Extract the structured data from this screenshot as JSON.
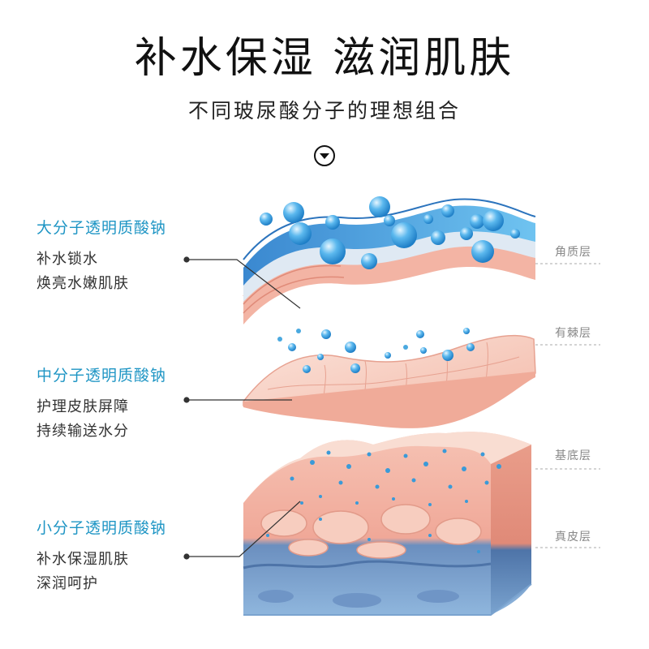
{
  "header": {
    "title": "补水保湿  滋润肌肤",
    "subtitle": "不同玻尿酸分子的理想组合",
    "icon": "chevron-down-circle-icon"
  },
  "groups": [
    {
      "heading": "大分子透明质酸钠",
      "lines": [
        "补水锁水",
        "焕亮水嫩肌肤"
      ]
    },
    {
      "heading": "中分子透明质酸钠",
      "lines": [
        "护理皮肤屏障",
        "持续输送水分"
      ]
    },
    {
      "heading": "小分子透明质酸钠",
      "lines": [
        "补水保湿肌肤",
        "深润呵护"
      ]
    }
  ],
  "layers": [
    "角质层",
    "有棘层",
    "基底层",
    "真皮层"
  ],
  "colors": {
    "accent": "#1e95c4",
    "water_blue": "#4aa9e0",
    "skin_pink": "#f2b7a8",
    "dermis_blue": "#5b86b8"
  }
}
